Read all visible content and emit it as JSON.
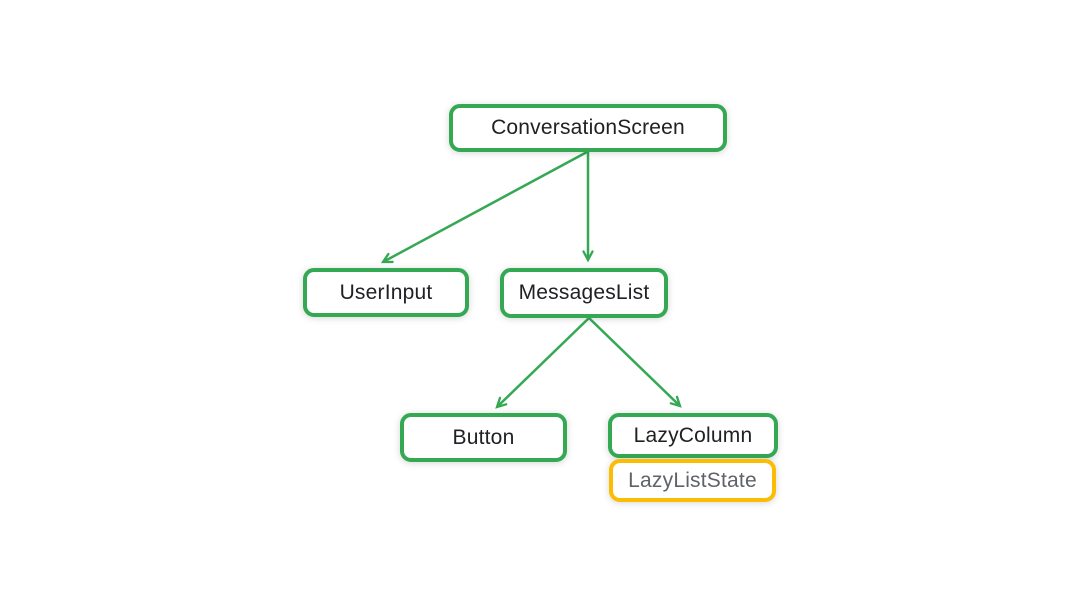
{
  "diagram": {
    "nodes": [
      {
        "id": "conversation-screen",
        "label": "ConversationScreen",
        "variant": "green"
      },
      {
        "id": "user-input",
        "label": "UserInput",
        "variant": "green"
      },
      {
        "id": "messages-list",
        "label": "MessagesList",
        "variant": "green"
      },
      {
        "id": "button",
        "label": "Button",
        "variant": "green"
      },
      {
        "id": "lazy-column",
        "label": "LazyColumn",
        "variant": "green"
      },
      {
        "id": "lazy-list-state",
        "label": "LazyListState",
        "variant": "yellow"
      }
    ],
    "edges": [
      {
        "from": "conversation-screen",
        "to": "user-input"
      },
      {
        "from": "conversation-screen",
        "to": "messages-list"
      },
      {
        "from": "messages-list",
        "to": "button"
      },
      {
        "from": "messages-list",
        "to": "lazy-column"
      }
    ],
    "colors": {
      "composable_border": "#34A853",
      "state_border": "#FBBC04",
      "edge": "#34A853",
      "label_text": "#202124",
      "state_label_text": "#5F6368",
      "background": "#FFFFFF"
    }
  }
}
